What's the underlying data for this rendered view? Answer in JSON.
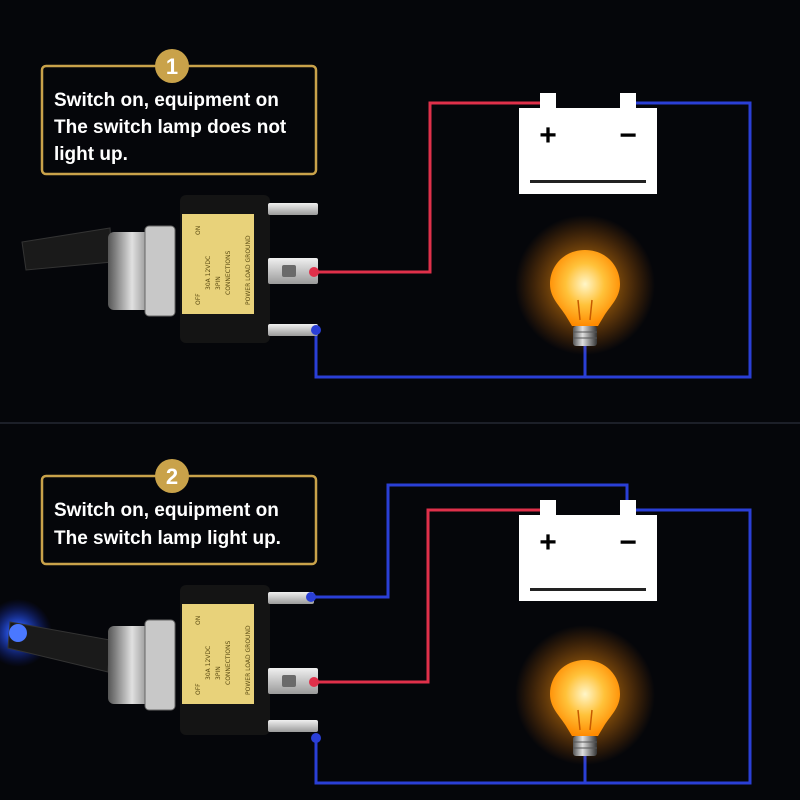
{
  "panels": [
    {
      "badge": "1",
      "caption_lines": [
        "Switch on, equipment on",
        "The switch lamp does not",
        "light up."
      ]
    },
    {
      "badge": "2",
      "caption_lines": [
        "Switch on, equipment on",
        "The switch lamp light up."
      ]
    }
  ],
  "battery": {
    "plus": "+",
    "minus": "−"
  },
  "switch_labels": {
    "off": "OFF",
    "on": "ON",
    "rating": "30A 12VDC",
    "pins": "3PIN",
    "conn": "CONNECTIONS",
    "power": "POWER LOAD GROUND"
  },
  "colors": {
    "background": "#05060a",
    "caption_border": "#c9a24a",
    "positive_wire": "#e0304a",
    "negative_wire": "#2a3fd6",
    "bulb_glow": "#ffb020",
    "indicator_on": "#2a5bff"
  },
  "icons": [
    "number-1-badge-icon",
    "number-2-badge-icon",
    "battery-icon",
    "light-bulb-icon",
    "toggle-switch-icon"
  ]
}
